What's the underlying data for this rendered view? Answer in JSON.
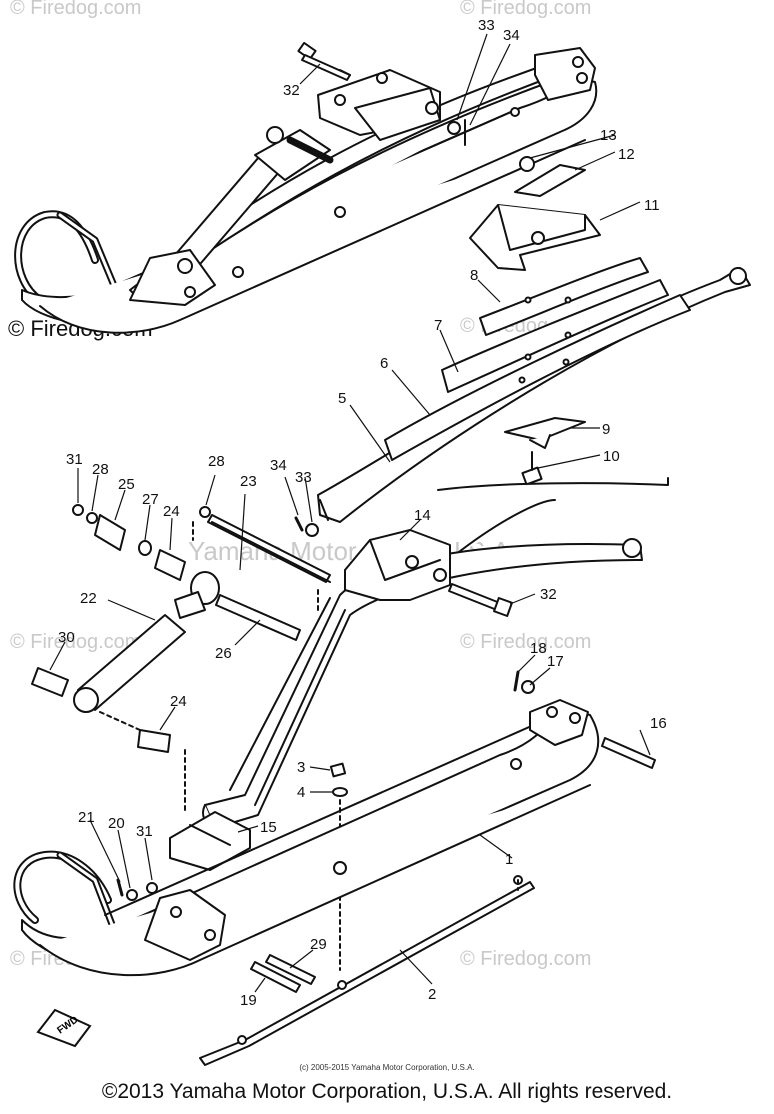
{
  "watermarks": {
    "firedog": "© Firedog.com",
    "center": "Yamaha Motor Corp., U.S.A."
  },
  "callouts": [
    "1",
    "2",
    "3",
    "4",
    "5",
    "6",
    "7",
    "8",
    "9",
    "10",
    "11",
    "12",
    "13",
    "14",
    "15",
    "16",
    "17",
    "18",
    "19",
    "20",
    "21",
    "22",
    "23",
    "24",
    "24",
    "25",
    "26",
    "27",
    "28",
    "28",
    "29",
    "30",
    "31",
    "31",
    "32",
    "32",
    "33",
    "33",
    "34",
    "34"
  ],
  "fwd_label": "FWD",
  "footer": {
    "credit": "(c) 2005-2015 Yamaha Motor Corporation, U.S.A.",
    "copyright": "©2013 Yamaha Motor Corporation, U.S.A. All rights reserved."
  },
  "colors": {
    "line": "#111111",
    "watermark": "#c9c9c9",
    "background": "#ffffff"
  }
}
